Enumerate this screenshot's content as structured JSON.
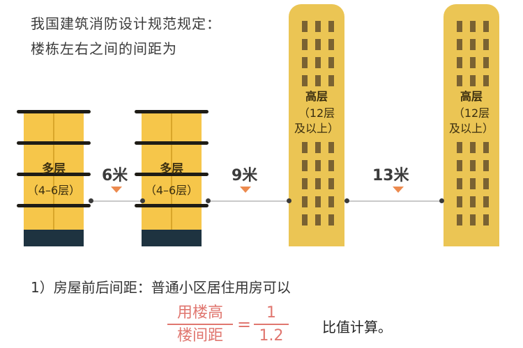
{
  "title": {
    "line1": "我国建筑消防设计规范规定：",
    "line2": "楼栋左右之间的间距为"
  },
  "buildings": [
    {
      "type": "多层",
      "range": "（4–6层）"
    },
    {
      "type": "多层",
      "range": "（4–6层）"
    },
    {
      "type": "高层",
      "range_line1": "（12层",
      "range_line2": "及以上）"
    },
    {
      "type": "高层",
      "range_line1": "（12层",
      "range_line2": "及以上）"
    }
  ],
  "distances": [
    {
      "label": "6米",
      "value_m": 6,
      "between": "多层–多层"
    },
    {
      "label": "9米",
      "value_m": 9,
      "between": "多层–高层"
    },
    {
      "label": "13米",
      "value_m": 13,
      "between": "高层–高层"
    }
  ],
  "rule": {
    "text": "1）房屋前后间距：普通小区居住用房可以",
    "fraction_left": {
      "numerator": "用楼高",
      "denominator": "楼间距"
    },
    "equals": "=",
    "fraction_right": {
      "numerator": "1",
      "denominator": "1.2"
    },
    "suffix": "比值计算。"
  },
  "colors": {
    "mid_building": "#f6c64a",
    "mid_base": "#1e3340",
    "tower": "#ebc554",
    "window": "#7a6232",
    "arrow": "#ec8a4e",
    "formula": "#e0766f"
  }
}
